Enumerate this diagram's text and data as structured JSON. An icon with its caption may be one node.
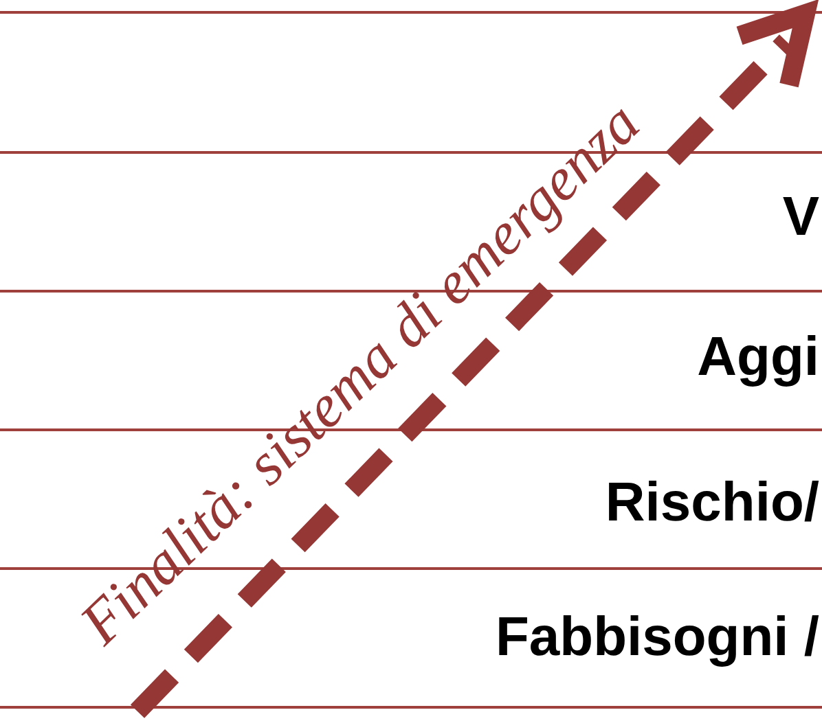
{
  "diagram": {
    "labels": [
      "Finalità: sistema di emergenza",
      "V",
      "Aggi",
      "Rischio/",
      "Fabbisogni /"
    ]
  }
}
